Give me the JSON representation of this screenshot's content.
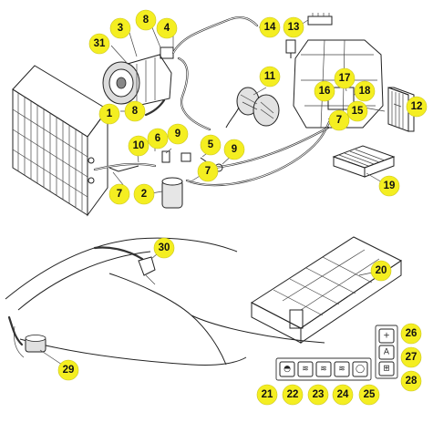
{
  "callouts": {
    "c1": "1",
    "c2": "2",
    "c3": "3",
    "c4": "4",
    "c5": "5",
    "c6": "6",
    "c7a": "7",
    "c7b": "7",
    "c7c": "7",
    "c8a": "8",
    "c8b": "8",
    "c9a": "9",
    "c9b": "9",
    "c10": "10",
    "c11": "11",
    "c12": "12",
    "c13": "13",
    "c14": "14",
    "c15": "15",
    "c16": "16",
    "c17": "17",
    "c18": "18",
    "c19": "19",
    "c20": "20",
    "c21": "21",
    "c22": "22",
    "c23": "23",
    "c24": "24",
    "c25": "25",
    "c26": "26",
    "c27": "27",
    "c28": "28",
    "c29": "29",
    "c30": "30",
    "c31": "31"
  },
  "control_symbols": {
    "s26": "+",
    "s27": "A",
    "s28": "⊞",
    "s21": "◓",
    "s22": "≋",
    "s23": "≋",
    "s24": "≋",
    "s25": "◯"
  },
  "colors": {
    "callout_fill": "#f4ee21",
    "line": "#222222"
  }
}
